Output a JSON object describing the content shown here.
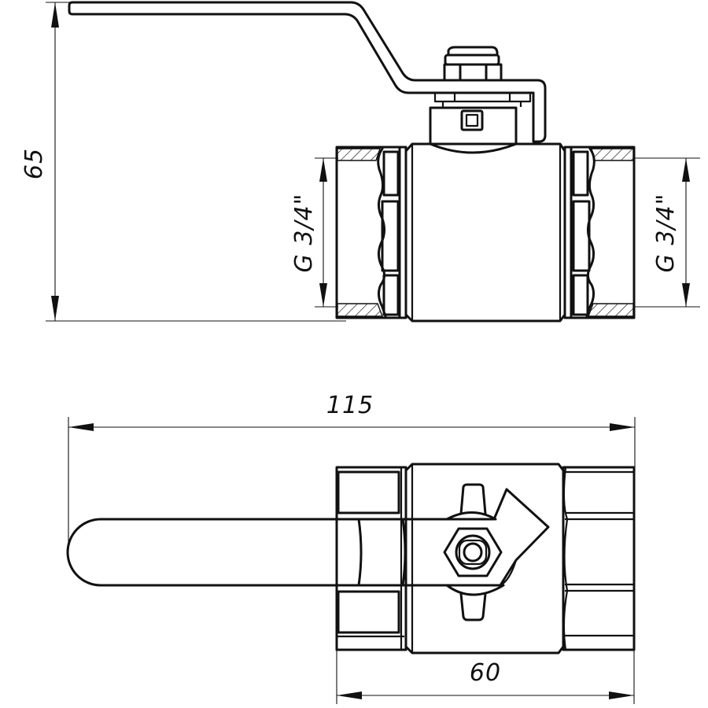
{
  "drawing": {
    "title": "Ball valve technical drawing",
    "views": [
      "side-view",
      "top-view"
    ],
    "line_color": "#111111",
    "background": "#ffffff"
  },
  "dimensions": {
    "height_total": "65",
    "thread_left": "G 3/4\"",
    "thread_right": "G 3/4\"",
    "length_with_handle": "115",
    "body_length": "60"
  }
}
